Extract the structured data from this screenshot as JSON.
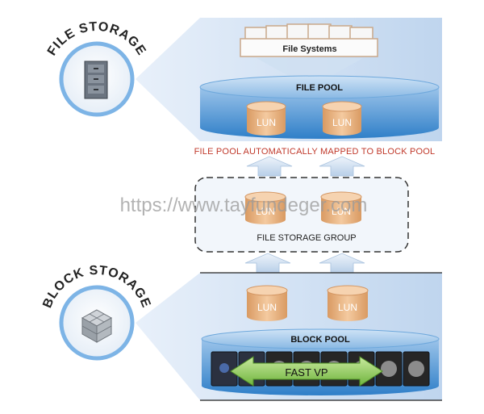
{
  "file_storage": {
    "title": "FILE STORAGE",
    "file_systems_label": "File Systems",
    "pool_label": "FILE POOL",
    "luns": [
      "LUN",
      "LUN"
    ]
  },
  "mapping_note": "FILE POOL AUTOMATICALLY MAPPED TO BLOCK POOL",
  "file_storage_group": {
    "label": "FILE STORAGE GROUP",
    "luns": [
      "LUN",
      "LUN"
    ]
  },
  "block_storage": {
    "title": "BLOCK STORAGE",
    "luns": [
      "LUN",
      "LUN"
    ],
    "pool_label": "BLOCK POOL",
    "tiering_label": "FAST VP"
  },
  "watermark": "https://www.tayfundeger.com",
  "colors": {
    "panel_blue": "#cfe0f2",
    "pool_blue": "#3f8fd2",
    "lun_tan": "#e9b98b",
    "mapping_red": "#c0392b",
    "arrow_green": "#7cc34a"
  },
  "icons": {
    "file_storage": "filing-cabinet-icon",
    "block_storage": "block-cube-icon"
  }
}
